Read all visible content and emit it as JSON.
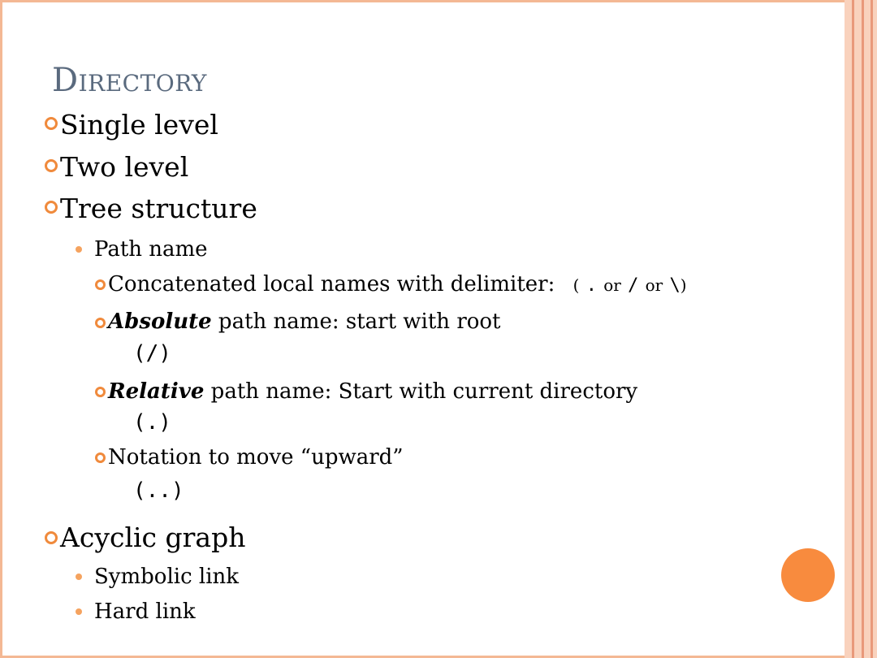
{
  "title": "Directory",
  "items": {
    "single": "Single level",
    "two": "Two level",
    "tree": "Tree structure",
    "path_name": "Path name",
    "concat_text": "Concatenated local names with delimiter:",
    "concat_open": "(",
    "concat_dot": ".",
    "concat_or1": "or",
    "concat_slash": "/",
    "concat_or2": "or",
    "concat_backslash": "\\",
    "concat_close": ")",
    "abs_emph": "Absolute",
    "abs_text": " path name: start with root",
    "abs_cont": "(/)",
    "rel_emph": "Relative",
    "rel_text": " path name: Start with current directory",
    "rel_cont": "(.)",
    "up_text": "Notation to move “upward”",
    "up_cont": "(..)",
    "acyclic": "Acyclic graph",
    "symbolic": "Symbolic link",
    "hard": "Hard link"
  },
  "colors": {
    "accent": "#f08a3c",
    "title": "#5a6a7e",
    "frame": "#f4b894"
  }
}
